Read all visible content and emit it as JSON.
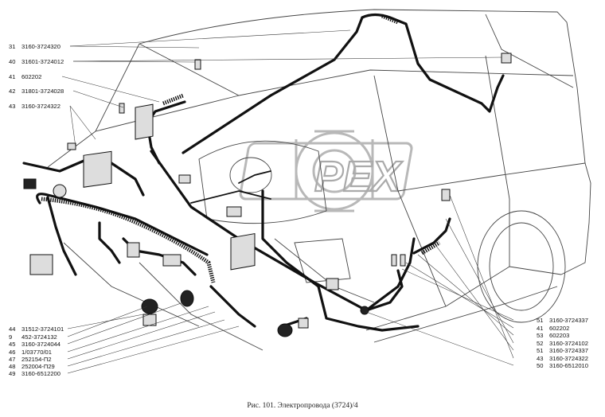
{
  "callouts_left_top": [
    {
      "num": "31",
      "code": "3160-3724320"
    },
    {
      "num": "40",
      "code": "31601-3724012"
    },
    {
      "num": "41",
      "code": "602202"
    },
    {
      "num": "42",
      "code": "31801-3724028"
    },
    {
      "num": "43",
      "code": "3160-3724322"
    }
  ],
  "callouts_left_bottom": [
    {
      "num": "44",
      "code": "31512-3724101"
    },
    {
      "num": "9",
      "code": "452-3724132"
    },
    {
      "num": "45",
      "code": "3160-3724044"
    },
    {
      "num": "46",
      "code": "1/03770/01"
    },
    {
      "num": "47",
      "code": "252154-П2"
    },
    {
      "num": "48",
      "code": "252004-П29"
    },
    {
      "num": "49",
      "code": "3160-6512200"
    }
  ],
  "callouts_right": [
    {
      "num": "51",
      "code": "3160-3724337"
    },
    {
      "num": "41",
      "code": "602202"
    },
    {
      "num": "53",
      "code": "602203"
    },
    {
      "num": "52",
      "code": "3160-3724102"
    },
    {
      "num": "51",
      "code": "3160-3724337"
    },
    {
      "num": "43",
      "code": "3160-3724322"
    },
    {
      "num": "50",
      "code": "3160-6512010"
    }
  ],
  "caption": "Рис. 101. Электропровода (3724)/4",
  "watermark_text": "PEX"
}
